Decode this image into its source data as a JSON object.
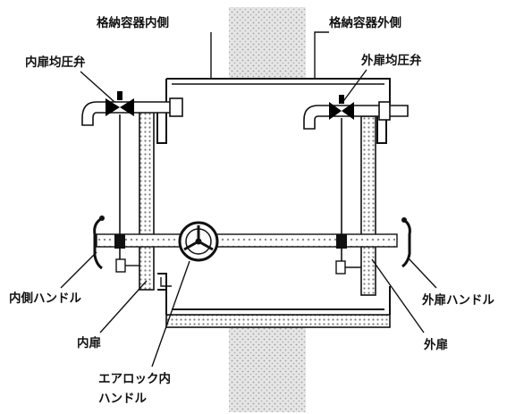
{
  "labels": {
    "container_inner": "格納容器内側",
    "container_outer": "格納容器外側",
    "inner_equalizing_valve": "内扉均圧弁",
    "outer_equalizing_valve": "外扉均圧弁",
    "inner_handle": "内側ハンドル",
    "outer_door_handle": "外扉ハンドル",
    "inner_door": "内扉",
    "outer_door": "外扉",
    "airlock_inner_handle_line1": "エアロック内",
    "airlock_inner_handle_line2": "ハンドル"
  },
  "colors": {
    "line": "#111111",
    "wall_fill": "#e4e4e4",
    "hatch": "#888888",
    "valve": "#000000"
  },
  "icons": {
    "equalizing_valve": "bowtie-valve-icon",
    "handwheel": "handwheel-icon"
  }
}
